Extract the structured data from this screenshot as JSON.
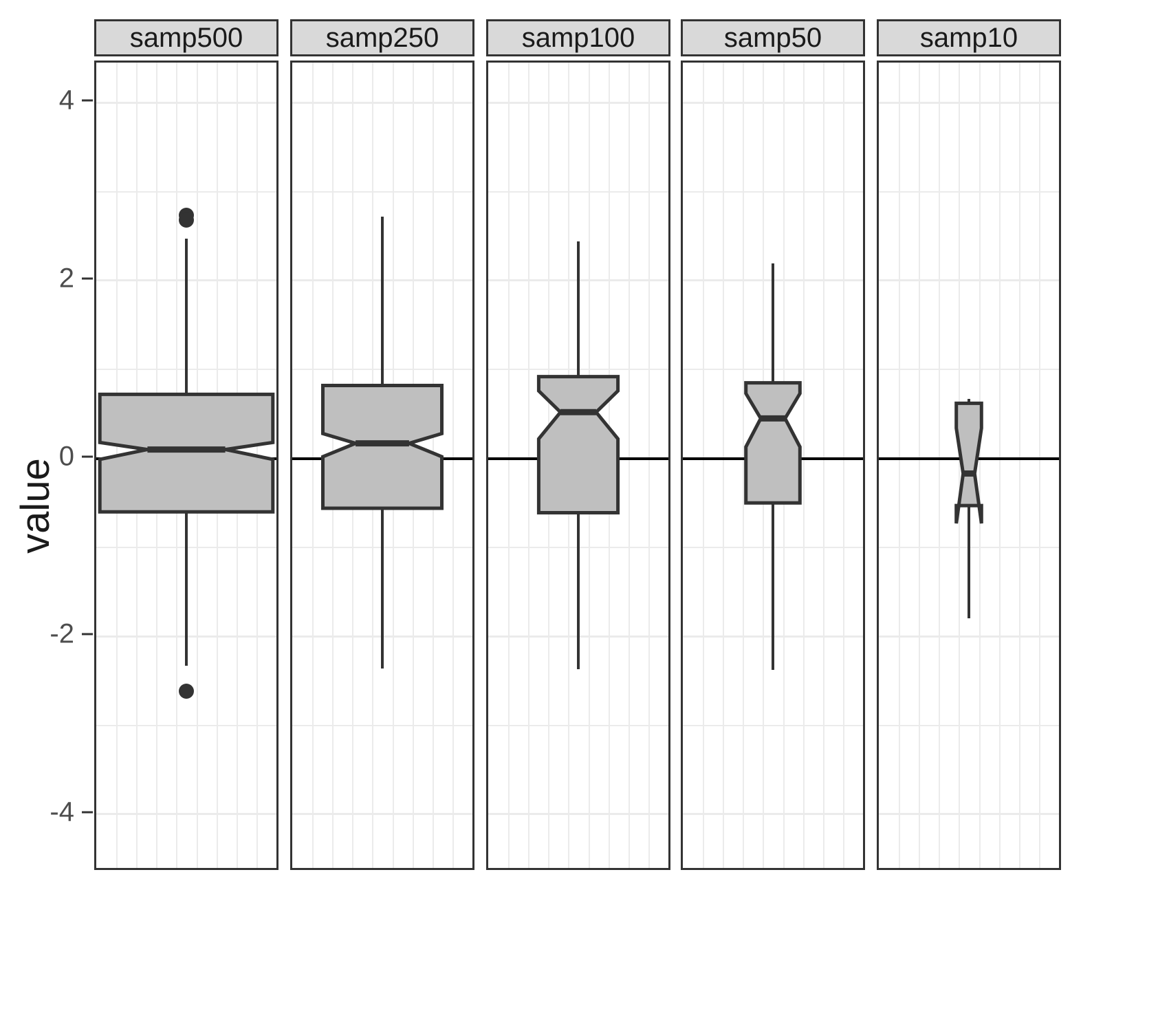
{
  "chart": {
    "ylabel": "value",
    "y_ticks": [
      4,
      2,
      0,
      -2,
      -4
    ],
    "y_tick_labels": [
      "4",
      "2",
      "0",
      "-2",
      "-4"
    ],
    "ylim": [
      -4.65,
      4.45
    ],
    "strip_labels": [
      "samp500",
      "samp250",
      "samp100",
      "samp50",
      "samp10"
    ],
    "colors": {
      "box_fill": "#bfbfbf",
      "box_line": "#333333",
      "strip_fill": "#d9d9d9",
      "panel_border": "#333333",
      "grid": "#ebebeb",
      "reference_line": "#000000",
      "text": "#1a1a1a",
      "tick_text": "#4d4d4d"
    },
    "reference_line_y": 0
  },
  "chart_data": {
    "type": "box",
    "title": "",
    "xlabel": "",
    "ylabel": "value",
    "ylim": [
      -4.65,
      4.45
    ],
    "yticks": [
      -4,
      -2,
      0,
      2,
      4
    ],
    "grid": true,
    "legend": "none",
    "facet_variable": "sample",
    "categories": [
      "samp500",
      "samp250",
      "samp100",
      "samp50",
      "samp10"
    ],
    "notched": true,
    "reference_lines": [
      {
        "y": 0,
        "color": "#000000"
      }
    ],
    "series": [
      {
        "name": "samp500",
        "n": 500,
        "lower_whisker": -2.33,
        "q1": -0.6,
        "median": 0.1,
        "q3": 0.72,
        "upper_whisker": 2.47,
        "notch_lower": -0.01,
        "notch_upper": 0.18,
        "outliers": [
          2.73,
          2.68,
          -2.62
        ],
        "box_width_frac": 0.96
      },
      {
        "name": "samp250",
        "n": 250,
        "lower_whisker": -2.36,
        "q1": -0.56,
        "median": 0.17,
        "q3": 0.82,
        "upper_whisker": 2.72,
        "notch_lower": 0.02,
        "notch_upper": 0.28,
        "outliers": [],
        "box_width_frac": 0.66
      },
      {
        "name": "samp100",
        "n": 100,
        "lower_whisker": -2.37,
        "q1": -0.61,
        "median": 0.52,
        "q3": 0.92,
        "upper_whisker": 2.44,
        "notch_lower": 0.22,
        "notch_upper": 0.76,
        "outliers": [],
        "box_width_frac": 0.44
      },
      {
        "name": "samp50",
        "n": 50,
        "lower_whisker": -2.38,
        "q1": -0.5,
        "median": 0.45,
        "q3": 0.85,
        "upper_whisker": 2.19,
        "notch_lower": 0.13,
        "notch_upper": 0.73,
        "outliers": [],
        "box_width_frac": 0.3
      },
      {
        "name": "samp10",
        "n": 10,
        "lower_whisker": -1.8,
        "q1": -0.53,
        "median": -0.17,
        "q3": 0.62,
        "upper_whisker": 0.67,
        "notch_lower": -0.73,
        "notch_upper": 0.34,
        "outliers": [],
        "box_width_frac": 0.14
      }
    ]
  }
}
